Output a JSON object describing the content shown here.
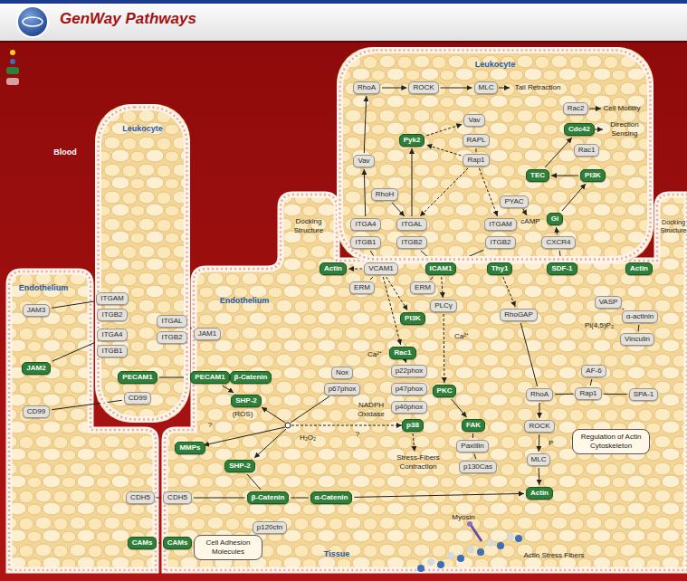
{
  "diagram": {
    "title": "GenWay Pathways",
    "nodes": [
      {
        "text": [
          "Leukocyte"
        ]
      },
      {
        "text": [
          "RhoA"
        ],
        "in": 0
      },
      {
        "text": [
          "ROCK"
        ],
        "in": 0
      },
      {
        "text": [
          "MLC"
        ],
        "in": 0
      },
      {
        "text": [
          "Rac2"
        ],
        "in": 0
      },
      {
        "text": [
          "Vav"
        ],
        "in": 0
      },
      {
        "text": [
          "Cdc42"
        ],
        "in": 0
      },
      {
        "text": [
          "Pyk2"
        ],
        "in": 0
      },
      {
        "text": [
          "RAPL"
        ],
        "in": 0
      },
      {
        "text": [
          "Rac1"
        ],
        "in": 0
      },
      {
        "text": [
          "Vav"
        ],
        "in": 0
      },
      {
        "text": [
          "Rap1"
        ],
        "in": 0
      },
      {
        "text": [
          "TEC"
        ],
        "in": 0
      },
      {
        "text": [
          "PI3K"
        ],
        "in": 0
      },
      {
        "text": [
          "RhoH"
        ],
        "in": 0
      },
      {
        "text": [
          "PYAC"
        ],
        "in": 0
      },
      {
        "text": [
          "Gi"
        ],
        "in": 0
      },
      {
        "text": [
          "ITGA4"
        ],
        "in": 0
      },
      {
        "text": [
          "ITGAL"
        ],
        "in": 0
      },
      {
        "text": [
          "ITGAM"
        ],
        "in": 0
      },
      {
        "text": [
          "ITGB1"
        ],
        "in": 0
      },
      {
        "text": [
          "ITGB2"
        ],
        "in": 0
      },
      {
        "text": [
          "ITGB2"
        ],
        "in": 0
      },
      {
        "text": [
          "CXCR4"
        ],
        "in": 0
      },
      {
        "text": [
          "Leukocyte"
        ]
      },
      {
        "text": [
          "ITGAM"
        ],
        "in": 24
      },
      {
        "text": [
          "ITGB2"
        ],
        "in": 24
      },
      {
        "text": [
          "ITGAL"
        ],
        "in": 24
      },
      {
        "text": [
          "ITGA4"
        ],
        "in": 24
      },
      {
        "text": [
          "ITGB2"
        ],
        "in": 24
      },
      {
        "text": [
          "ITGB1"
        ],
        "in": 24
      },
      {
        "text": [
          "PECAM1"
        ],
        "in": 24
      },
      {
        "text": [
          "CD99"
        ],
        "in": 24
      },
      {
        "text": [
          "Actin"
        ]
      },
      {
        "text": [
          "VCAM1"
        ]
      },
      {
        "text": [
          "ICAM1"
        ]
      },
      {
        "text": [
          "Thy1"
        ]
      },
      {
        "text": [
          "SDF-1"
        ]
      },
      {
        "text": [
          "Actin"
        ]
      },
      {
        "text": [
          "ERM"
        ]
      },
      {
        "text": [
          "ERM"
        ]
      },
      {
        "text": [
          "VASP"
        ]
      },
      {
        "text": [
          "JAM3"
        ]
      },
      {
        "text": [
          "PLCγ"
        ]
      },
      {
        "text": [
          "RhoGAP"
        ]
      },
      {
        "text": [
          "α-actinin"
        ]
      },
      {
        "text": [
          "PI3K"
        ]
      },
      {
        "text": [
          "JAM1"
        ]
      },
      {
        "text": [
          "Vinculin"
        ]
      },
      {
        "text": [
          "Rac1"
        ]
      },
      {
        "text": [
          "JAM2"
        ]
      },
      {
        "text": [
          "AF-6"
        ]
      },
      {
        "text": [
          "Nox"
        ]
      },
      {
        "text": [
          "p22phox"
        ]
      },
      {
        "text": [
          "PECAM1"
        ]
      },
      {
        "text": [
          "β-Catenin"
        ]
      },
      {
        "text": [
          "p67phox"
        ]
      },
      {
        "text": [
          "p47phox"
        ]
      },
      {
        "text": [
          "PKC"
        ]
      },
      {
        "text": [
          "Rap1"
        ]
      },
      {
        "text": [
          "RhoA"
        ]
      },
      {
        "text": [
          "SPA-1"
        ]
      },
      {
        "text": [
          "SHP-2"
        ]
      },
      {
        "text": [
          "p40phox"
        ]
      },
      {
        "text": [
          "CD99"
        ]
      },
      {
        "text": [
          "p38"
        ]
      },
      {
        "text": [
          "FAK"
        ]
      },
      {
        "text": [
          "ROCK"
        ]
      },
      {
        "text": [
          "Regulation of Actin Cytoskeleton"
        ]
      },
      {
        "text": [
          "Paxillin"
        ]
      },
      {
        "text": [
          "MMPs"
        ]
      },
      {
        "text": [
          "MLC"
        ]
      },
      {
        "text": [
          "p130Cas"
        ]
      },
      {
        "text": [
          "SHP-2"
        ]
      },
      {
        "text": [
          "CDH5"
        ]
      },
      {
        "text": [
          "CDH5"
        ]
      },
      {
        "text": [
          "β-Catenin"
        ]
      },
      {
        "text": [
          "α-Catenin"
        ]
      },
      {
        "text": [
          "Actin"
        ]
      },
      {
        "text": [
          "p120ctn"
        ]
      },
      {
        "text": [
          "CAMs"
        ]
      },
      {
        "text": [
          "CAMs"
        ]
      },
      {
        "text": [
          "Cell Adhesion Molecules"
        ]
      }
    ],
    "edges": [
      {
        "from": 10,
        "to": 1,
        "arrow": "to"
      },
      {
        "from": 1,
        "to": 2,
        "arrow": "to"
      },
      {
        "from": 2,
        "to": 3,
        "arrow": "to"
      },
      {
        "from": 7,
        "to": 5,
        "arrow": "to"
      },
      {
        "from": 8,
        "to": 11,
        "arrow": "none"
      },
      {
        "from": 11,
        "to": 7,
        "arrow": "to"
      },
      {
        "from": 12,
        "to": 6,
        "arrow": "to"
      },
      {
        "from": 13,
        "to": 12,
        "arrow": "to"
      },
      {
        "from": 16,
        "to": 13,
        "arrow": "to"
      },
      {
        "from": 23,
        "to": 16,
        "arrow": "to"
      },
      {
        "from": 18,
        "to": 7,
        "arrow": "to"
      },
      {
        "from": 17,
        "to": 10,
        "arrow": "to"
      },
      {
        "from": 14,
        "to": 18,
        "arrow": "to"
      },
      {
        "from": 11,
        "to": 18,
        "arrow": "to"
      },
      {
        "from": 11,
        "to": 19,
        "arrow": "to"
      },
      {
        "from": 20,
        "to": 34,
        "arrow": "none"
      },
      {
        "from": 21,
        "to": 35,
        "arrow": "none"
      },
      {
        "from": 22,
        "to": 35,
        "arrow": "none"
      },
      {
        "from": 23,
        "to": 37,
        "arrow": "none"
      },
      {
        "from": 34,
        "to": 33,
        "arrow": "to"
      },
      {
        "from": 34,
        "to": 39,
        "arrow": "none"
      },
      {
        "from": 35,
        "to": 40,
        "arrow": "none"
      },
      {
        "from": 35,
        "to": 43,
        "arrow": "to"
      },
      {
        "from": 43,
        "to": 58,
        "arrow": "to"
      },
      {
        "from": 34,
        "to": 46,
        "arrow": "to"
      },
      {
        "from": 34,
        "to": 49,
        "arrow": "to"
      },
      {
        "from": 49,
        "to": 53,
        "arrow": "to"
      },
      {
        "from": 58,
        "to": 66,
        "arrow": "to"
      },
      {
        "from": 36,
        "to": 44,
        "arrow": "to"
      },
      {
        "from": 44,
        "to": 60,
        "arrow": "none"
      },
      {
        "from": 60,
        "to": 67,
        "arrow": "to"
      },
      {
        "from": 67,
        "to": 71,
        "arrow": "to"
      },
      {
        "from": 71,
        "to": 78,
        "arrow": "to"
      },
      {
        "from": 51,
        "to": 59,
        "arrow": "none"
      },
      {
        "from": 61,
        "to": 59,
        "arrow": "none"
      },
      {
        "from": 59,
        "to": 60,
        "arrow": "none"
      },
      {
        "from": 41,
        "to": 45,
        "arrow": "none"
      },
      {
        "from": 45,
        "to": 48,
        "arrow": "none"
      },
      {
        "from": 66,
        "to": 69,
        "arrow": "none"
      },
      {
        "from": 69,
        "to": 72,
        "arrow": "none"
      },
      {
        "from": 42,
        "to": 25,
        "arrow": "none"
      },
      {
        "from": 50,
        "to": 28,
        "arrow": "none"
      },
      {
        "from": 47,
        "to": 27,
        "arrow": "none"
      },
      {
        "from": 64,
        "to": 32,
        "arrow": "none"
      },
      {
        "from": 31,
        "to": 54,
        "arrow": "none"
      },
      {
        "from": 54,
        "to": 55,
        "arrow": "none"
      },
      {
        "from": 54,
        "to": 62,
        "arrow": "to"
      },
      {
        "from": 74,
        "to": 75,
        "arrow": "none"
      },
      {
        "from": 75,
        "to": 76,
        "arrow": "none"
      },
      {
        "from": 73,
        "to": 76,
        "arrow": "none"
      },
      {
        "from": 76,
        "to": 77,
        "arrow": "none"
      },
      {
        "from": 77,
        "to": 78,
        "arrow": "to"
      },
      {
        "from": 80,
        "to": 81,
        "arrow": "none"
      }
    ],
    "labels": [
      "Blood",
      "Tail Retraction",
      "Cell Motility",
      "Direction Sensing",
      "cAMP",
      "Docking Structure",
      "Docking Structure",
      "Endothelium",
      "Endothelium",
      "Ca²⁺",
      "Ca²⁺",
      "Pi(4,5)P₂",
      "NADPH Oxidase",
      "(ROS)",
      "?",
      "H₂O₂",
      "?",
      "P",
      "Stress-Fibers Contraction",
      "Myosin",
      "Tissue",
      "Actin Stress Fibers"
    ]
  }
}
